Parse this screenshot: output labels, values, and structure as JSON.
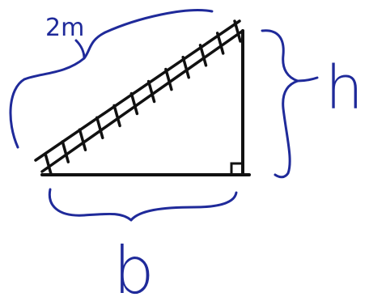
{
  "diagram": {
    "labels": {
      "hypotenuse": "2m",
      "height": "h",
      "base": "b"
    },
    "colors": {
      "ink_blue": "#1f2a9a",
      "line_black": "#111111",
      "background": "#ffffff"
    },
    "marks": {
      "right_angle": "right-angle-marker",
      "ladder": "ladder-icon"
    }
  }
}
